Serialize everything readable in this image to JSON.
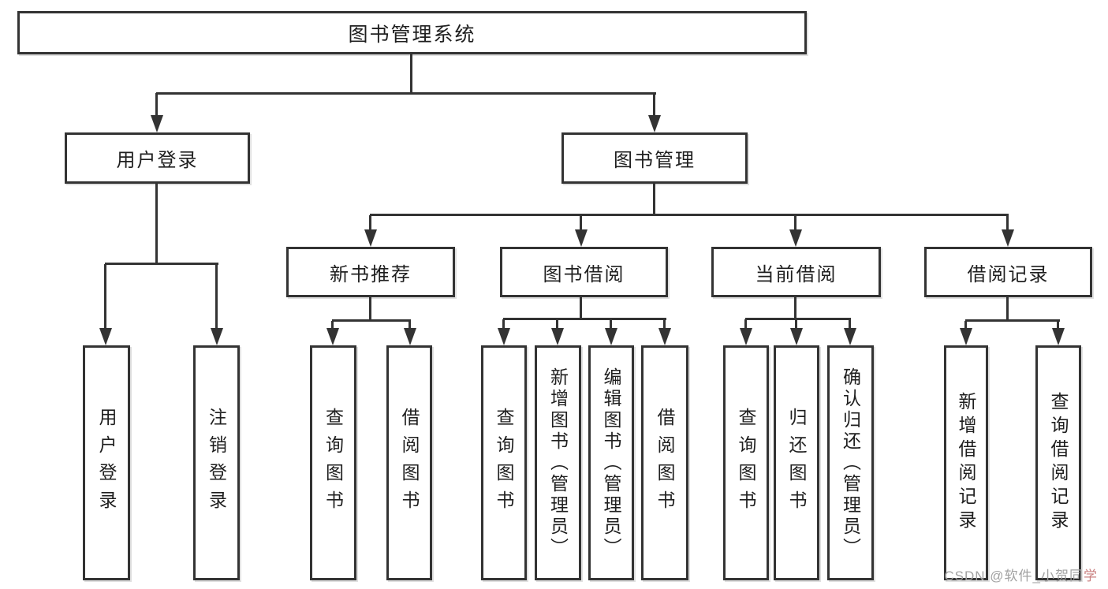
{
  "diagram": {
    "root": "图书管理系统",
    "level2": [
      "用户登录",
      "图书管理"
    ],
    "level3": [
      "新书推荐",
      "图书借阅",
      "当前借阅",
      "借阅记录"
    ],
    "leaves": {
      "user_login": [
        "用户登录",
        "注销登录"
      ],
      "new_book": [
        "查询图书",
        "借阅图书"
      ],
      "borrow": [
        "查询图书",
        "新增图书（管理员）",
        "编辑图书（管理员）",
        "借阅图书"
      ],
      "current": [
        "查询图书",
        "归还图书",
        "确认归还（管理员）"
      ],
      "records": [
        "新增借阅记录",
        "查询借阅记录"
      ]
    },
    "colors": {
      "line": "#333333",
      "text": "#1f1f1f",
      "background": "#ffffff",
      "watermark": "#a2a2a2"
    }
  },
  "watermark": {
    "text_main": "CSDN @软件_小贺同",
    "text_accent": "学"
  }
}
